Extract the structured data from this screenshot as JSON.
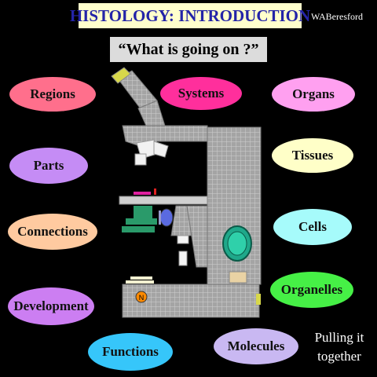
{
  "title": "HISTOLOGY: INTRODUCTION",
  "author": "WABeresford",
  "subtitle": "“What  is  going  on ?”",
  "topics": {
    "regions": {
      "label": "Regions",
      "color": "#ff6f8c"
    },
    "systems": {
      "label": "Systems",
      "color": "#ff2f9c"
    },
    "organs": {
      "label": "Organs",
      "color": "#ffa0f0"
    },
    "parts": {
      "label": "Parts",
      "color": "#c58cf5"
    },
    "tissues": {
      "label": "Tissues",
      "color": "#ffffc8"
    },
    "connections": {
      "label": "Connections",
      "color": "#ffcaa0"
    },
    "cells": {
      "label": "Cells",
      "color": "#a6fbfb"
    },
    "organelles": {
      "label": "Organelles",
      "color": "#46f046"
    },
    "development": {
      "label": "Development",
      "color": "#cc7ef2"
    },
    "functions": {
      "label": "Functions",
      "color": "#36c6fa"
    },
    "molecules": {
      "label": "Molecules",
      "color": "#c9b8f2"
    }
  },
  "footer": "Pulling it together"
}
